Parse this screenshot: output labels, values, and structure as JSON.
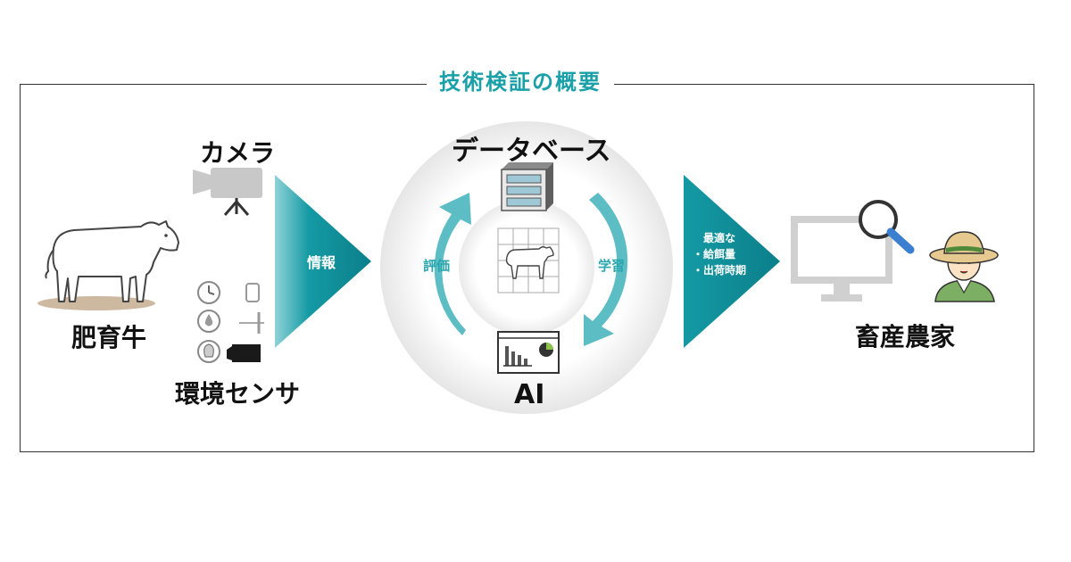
{
  "title": "技術検証の概要",
  "left": {
    "cattle_label": "肥育牛",
    "camera_label": "カメラ",
    "sensor_label": "環境センサ"
  },
  "arrow_info_label": "情報",
  "cycle": {
    "database_label": "データベース",
    "ai_label": "AI",
    "evaluate_label": "評価",
    "learn_label": "学習"
  },
  "arrow_output": {
    "line1": "最適な",
    "line2": "・給餌量",
    "line3": "・出荷時期"
  },
  "farmer_label": "畜産農家",
  "colors": {
    "teal_dark": "#0d7f8a",
    "teal_light": "#5cbdc4",
    "title": "#1aa0a8",
    "gray": "#c8c8c8"
  }
}
